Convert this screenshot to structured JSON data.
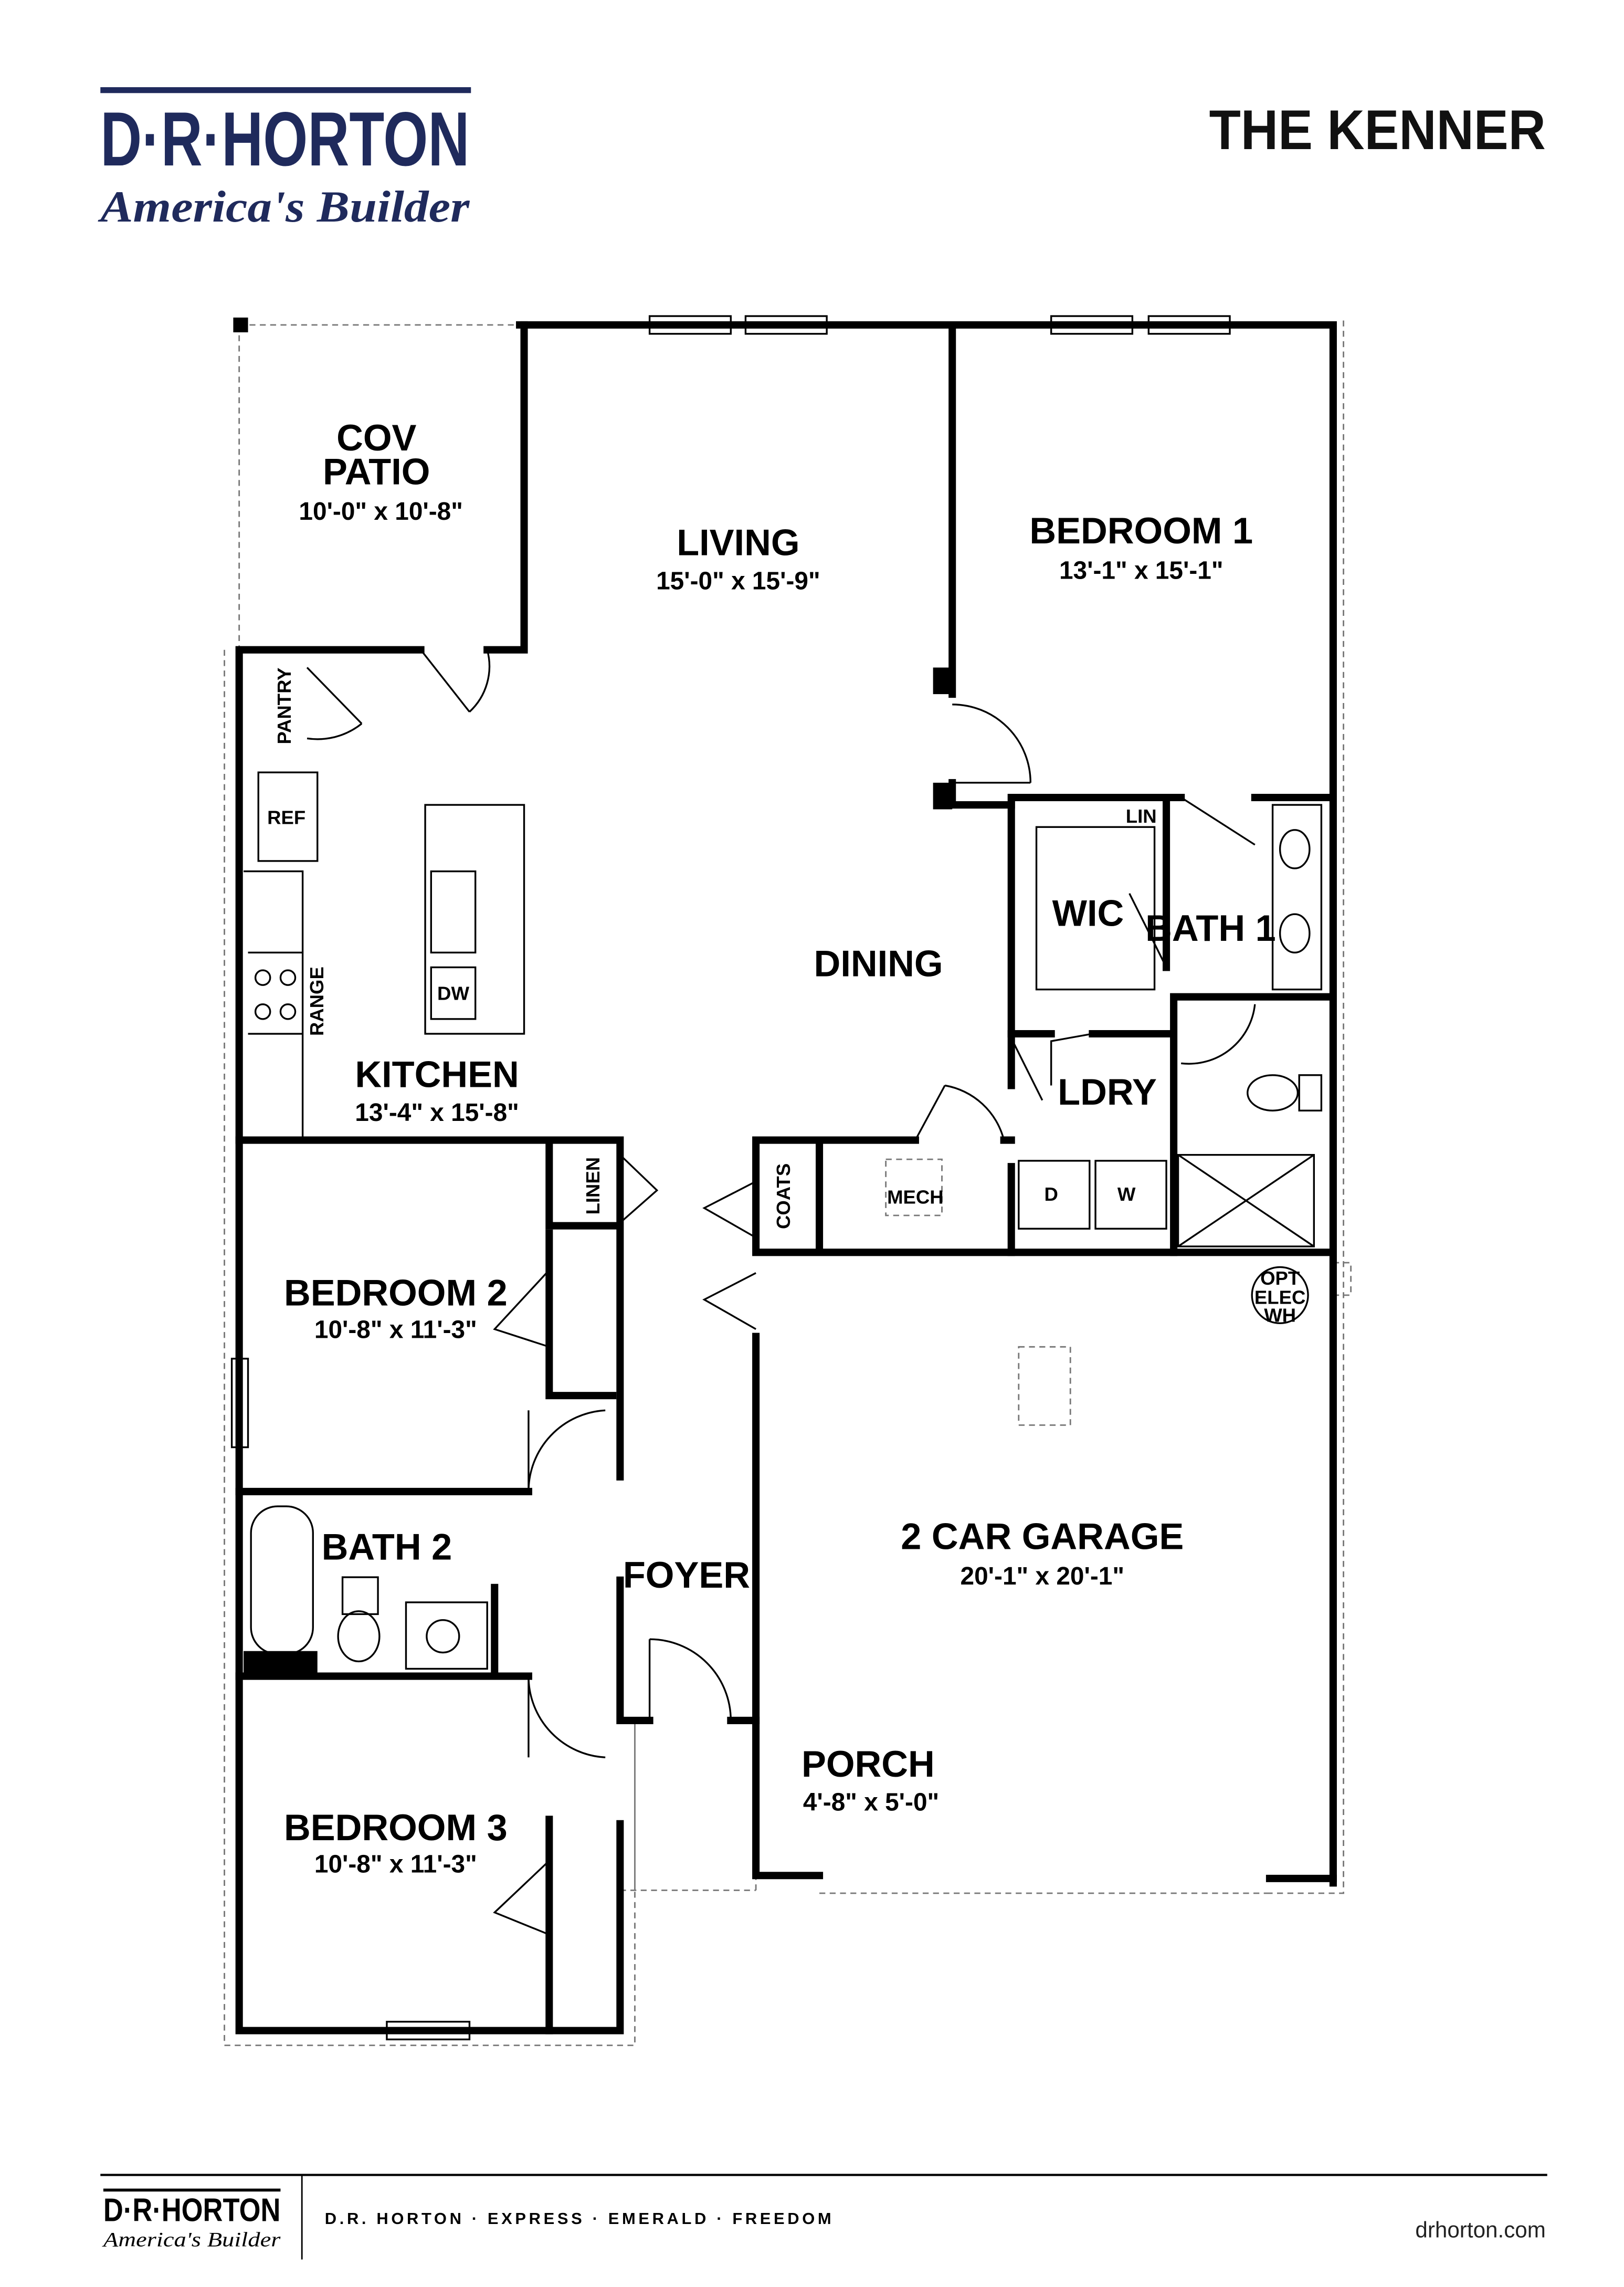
{
  "header": {
    "brand": "D·R·HORTON",
    "brand_tagline": "America's Builder",
    "brand_color": "#1f2a5c",
    "plan_name": "THE KENNER"
  },
  "rooms": {
    "cov_patio": {
      "line1": "COV",
      "line2": "PATIO",
      "dims": "10'-0\" x 10'-8\""
    },
    "living": {
      "name": "LIVING",
      "dims": "15'-0\" x 15'-9\""
    },
    "bedroom1": {
      "name": "BEDROOM 1",
      "dims": "13'-1\" x 15'-1\""
    },
    "kitchen": {
      "name": "KITCHEN",
      "dims": "13'-4\" x 15'-8\""
    },
    "dining": {
      "name": "DINING"
    },
    "wic": {
      "name": "WIC"
    },
    "bath1": {
      "name": "BATH 1"
    },
    "ldry": {
      "name": "LDRY"
    },
    "bedroom2": {
      "name": "BEDROOM 2",
      "dims": "10'-8\" x 11'-3\""
    },
    "bath2": {
      "name": "BATH 2"
    },
    "foyer": {
      "name": "FOYER"
    },
    "garage": {
      "name": "2 CAR GARAGE",
      "dims": "20'-1\" x 20'-1\""
    },
    "porch": {
      "name": "PORCH",
      "dims": "4'-8\" x 5'-0\""
    },
    "bedroom3": {
      "name": "BEDROOM 3",
      "dims": "10'-8\" x 11'-3\""
    }
  },
  "fixtures": {
    "pantry": "PANTRY",
    "ref": "REF",
    "dw": "DW",
    "range": "RANGE",
    "lin": "LIN",
    "dryer": "D",
    "washer": "W",
    "mech": "MECH",
    "coats": "COATS",
    "linen": "LINEN",
    "wh_line1": "OPT",
    "wh_line2": "ELEC",
    "wh_line3": "WH"
  },
  "footer": {
    "brand": "D·R·HORTON",
    "brand_tagline": "America's Builder",
    "brands_line": "D.R. HORTON · EXPRESS · EMERALD · FREEDOM",
    "website": "drhorton.com"
  }
}
